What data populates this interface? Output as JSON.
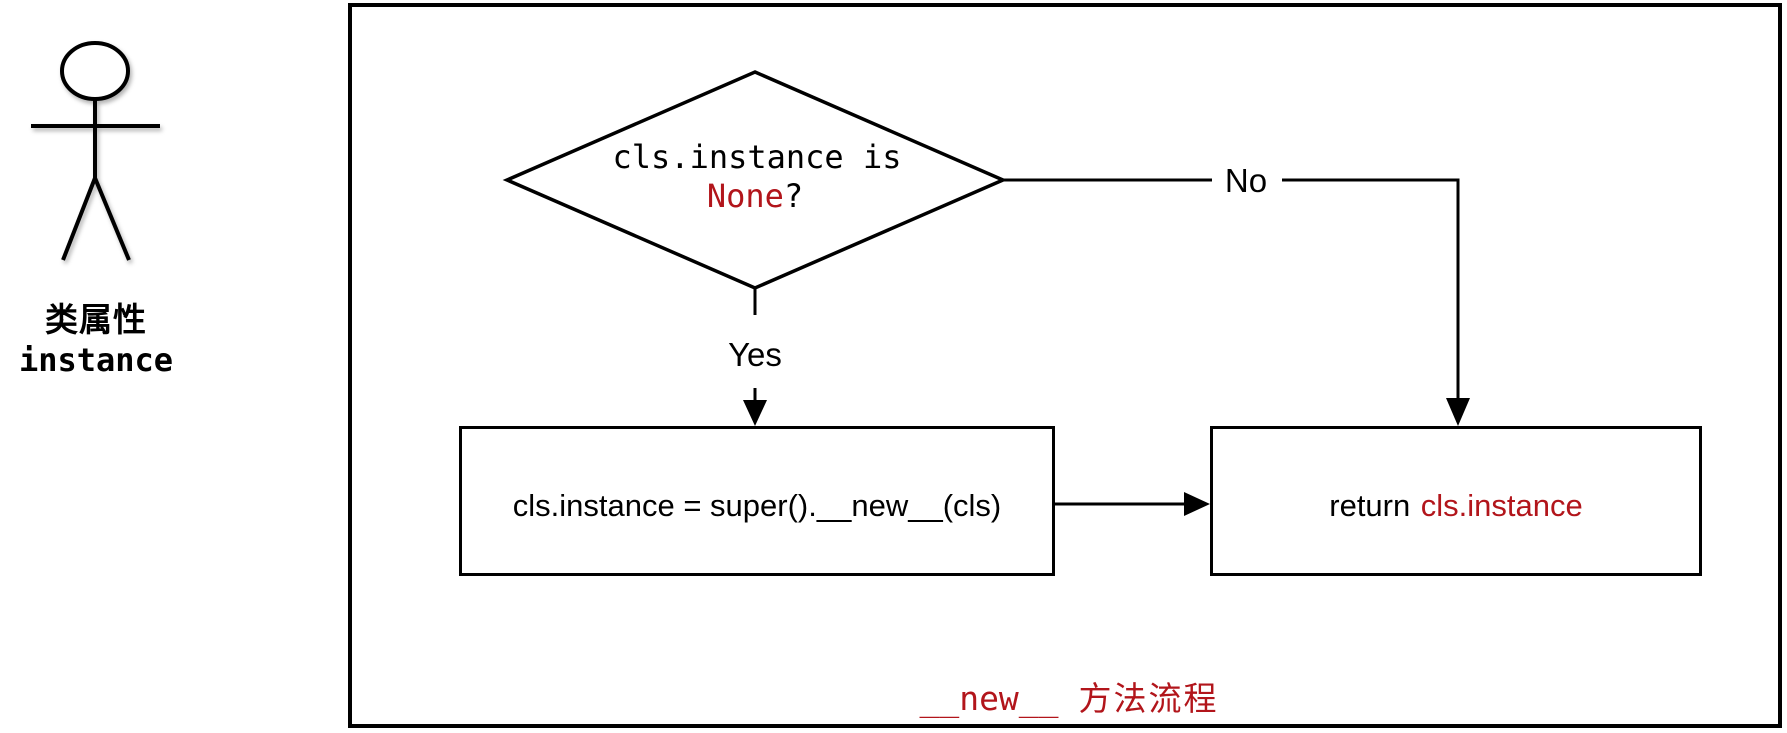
{
  "colors": {
    "red": "#B2151B",
    "ink": "#000000",
    "background": "#FFFFFF"
  },
  "actor": {
    "label": "类属性",
    "sublabel": "instance"
  },
  "decision": {
    "line1": "cls.instance is",
    "keyword": "None",
    "suffix": "?"
  },
  "edges": {
    "no": "No",
    "yes": "Yes"
  },
  "boxes": {
    "assign": "cls.instance = super().__new__(cls)",
    "return_prefix": "return",
    "return_value": "cls.instance"
  },
  "caption": {
    "code": "__new__",
    "label": "方法流程"
  }
}
